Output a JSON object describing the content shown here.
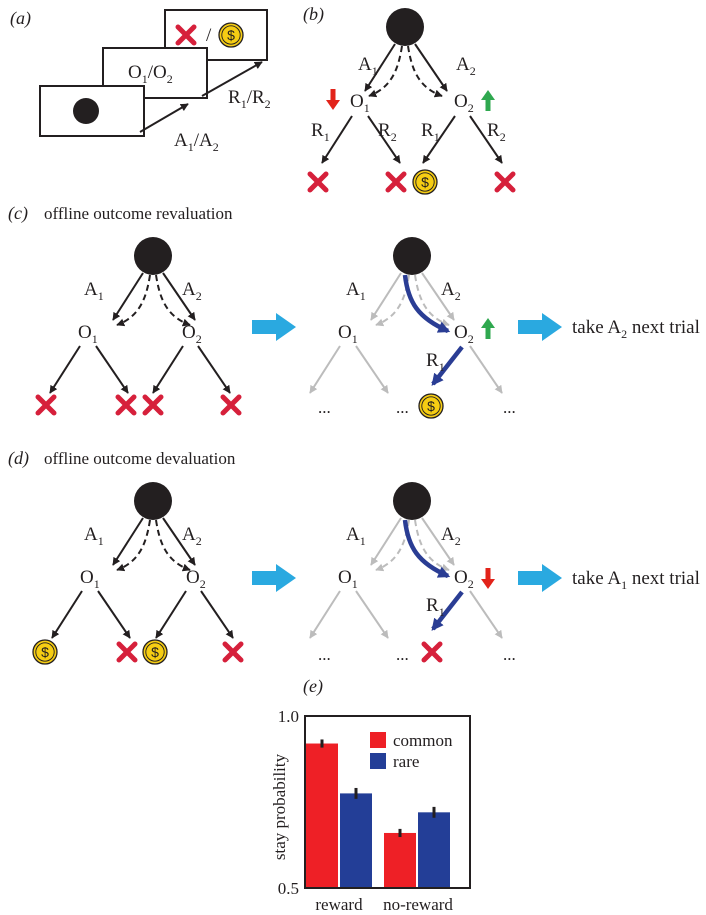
{
  "panel_labels": {
    "a": "(a)",
    "b": "(b)",
    "c": "(c)",
    "d": "(d)",
    "e": "(e)"
  },
  "panel_a": {
    "screen_outcome": "O",
    "screen_outcome_sub1": "1",
    "screen_outcome_sep": "/O",
    "screen_outcome_sub2": "2",
    "screen_reward_sep": "/",
    "action_label": "A",
    "action_sub1": "1",
    "action_sep": "/A",
    "action_sub2": "2",
    "response_label": "R",
    "response_sub1": "1",
    "response_sep": "/R",
    "response_sub2": "2"
  },
  "tree": {
    "action_1": "A",
    "action_1_sub": "1",
    "action_2": "A",
    "action_2_sub": "2",
    "outcome_1": "O",
    "outcome_1_sub": "1",
    "outcome_2": "O",
    "outcome_2_sub": "2",
    "response_1": "R",
    "response_1_sub": "1",
    "response_2": "R",
    "response_2_sub": "2",
    "ellipsis": "..."
  },
  "panel_c": {
    "caption": "offline outcome revaluation",
    "result_prefix": "take A",
    "result_sub": "2",
    "result_suffix": " next trial"
  },
  "panel_d": {
    "caption": "offline outcome devaluation",
    "result_prefix": "take A",
    "result_sub": "1",
    "result_suffix": " next trial"
  },
  "coin_symbol": "$",
  "colors": {
    "ink": "#231f20",
    "x_mark": "#d6203b",
    "coin_fill": "#f6cd13",
    "arrow_up": "#2fa84f",
    "arrow_down": "#e2231a",
    "flow_arrow": "#2aa9e0",
    "replay_arrow": "#2a3d94",
    "faded": "#bcbcbc",
    "bar_common": "#ee2026",
    "bar_rare": "#233e97"
  },
  "icons": [
    "reward-coin-icon",
    "no-reward-x-icon",
    "increase-arrow-icon",
    "decrease-arrow-icon",
    "transition-arrow-icon"
  ],
  "chart_data": {
    "type": "bar",
    "categories": [
      "reward",
      "no-reward"
    ],
    "series": [
      {
        "name": "common",
        "values": [
          0.92,
          0.66
        ],
        "errors": [
          0.006,
          0.006
        ]
      },
      {
        "name": "rare",
        "values": [
          0.775,
          0.72
        ],
        "errors": [
          0.01,
          0.01
        ]
      }
    ],
    "ylabel": "stay probability",
    "ylim": [
      0.5,
      1.0
    ],
    "yticks": [
      "0.5",
      "1.0"
    ],
    "legend_position": "top-right"
  }
}
